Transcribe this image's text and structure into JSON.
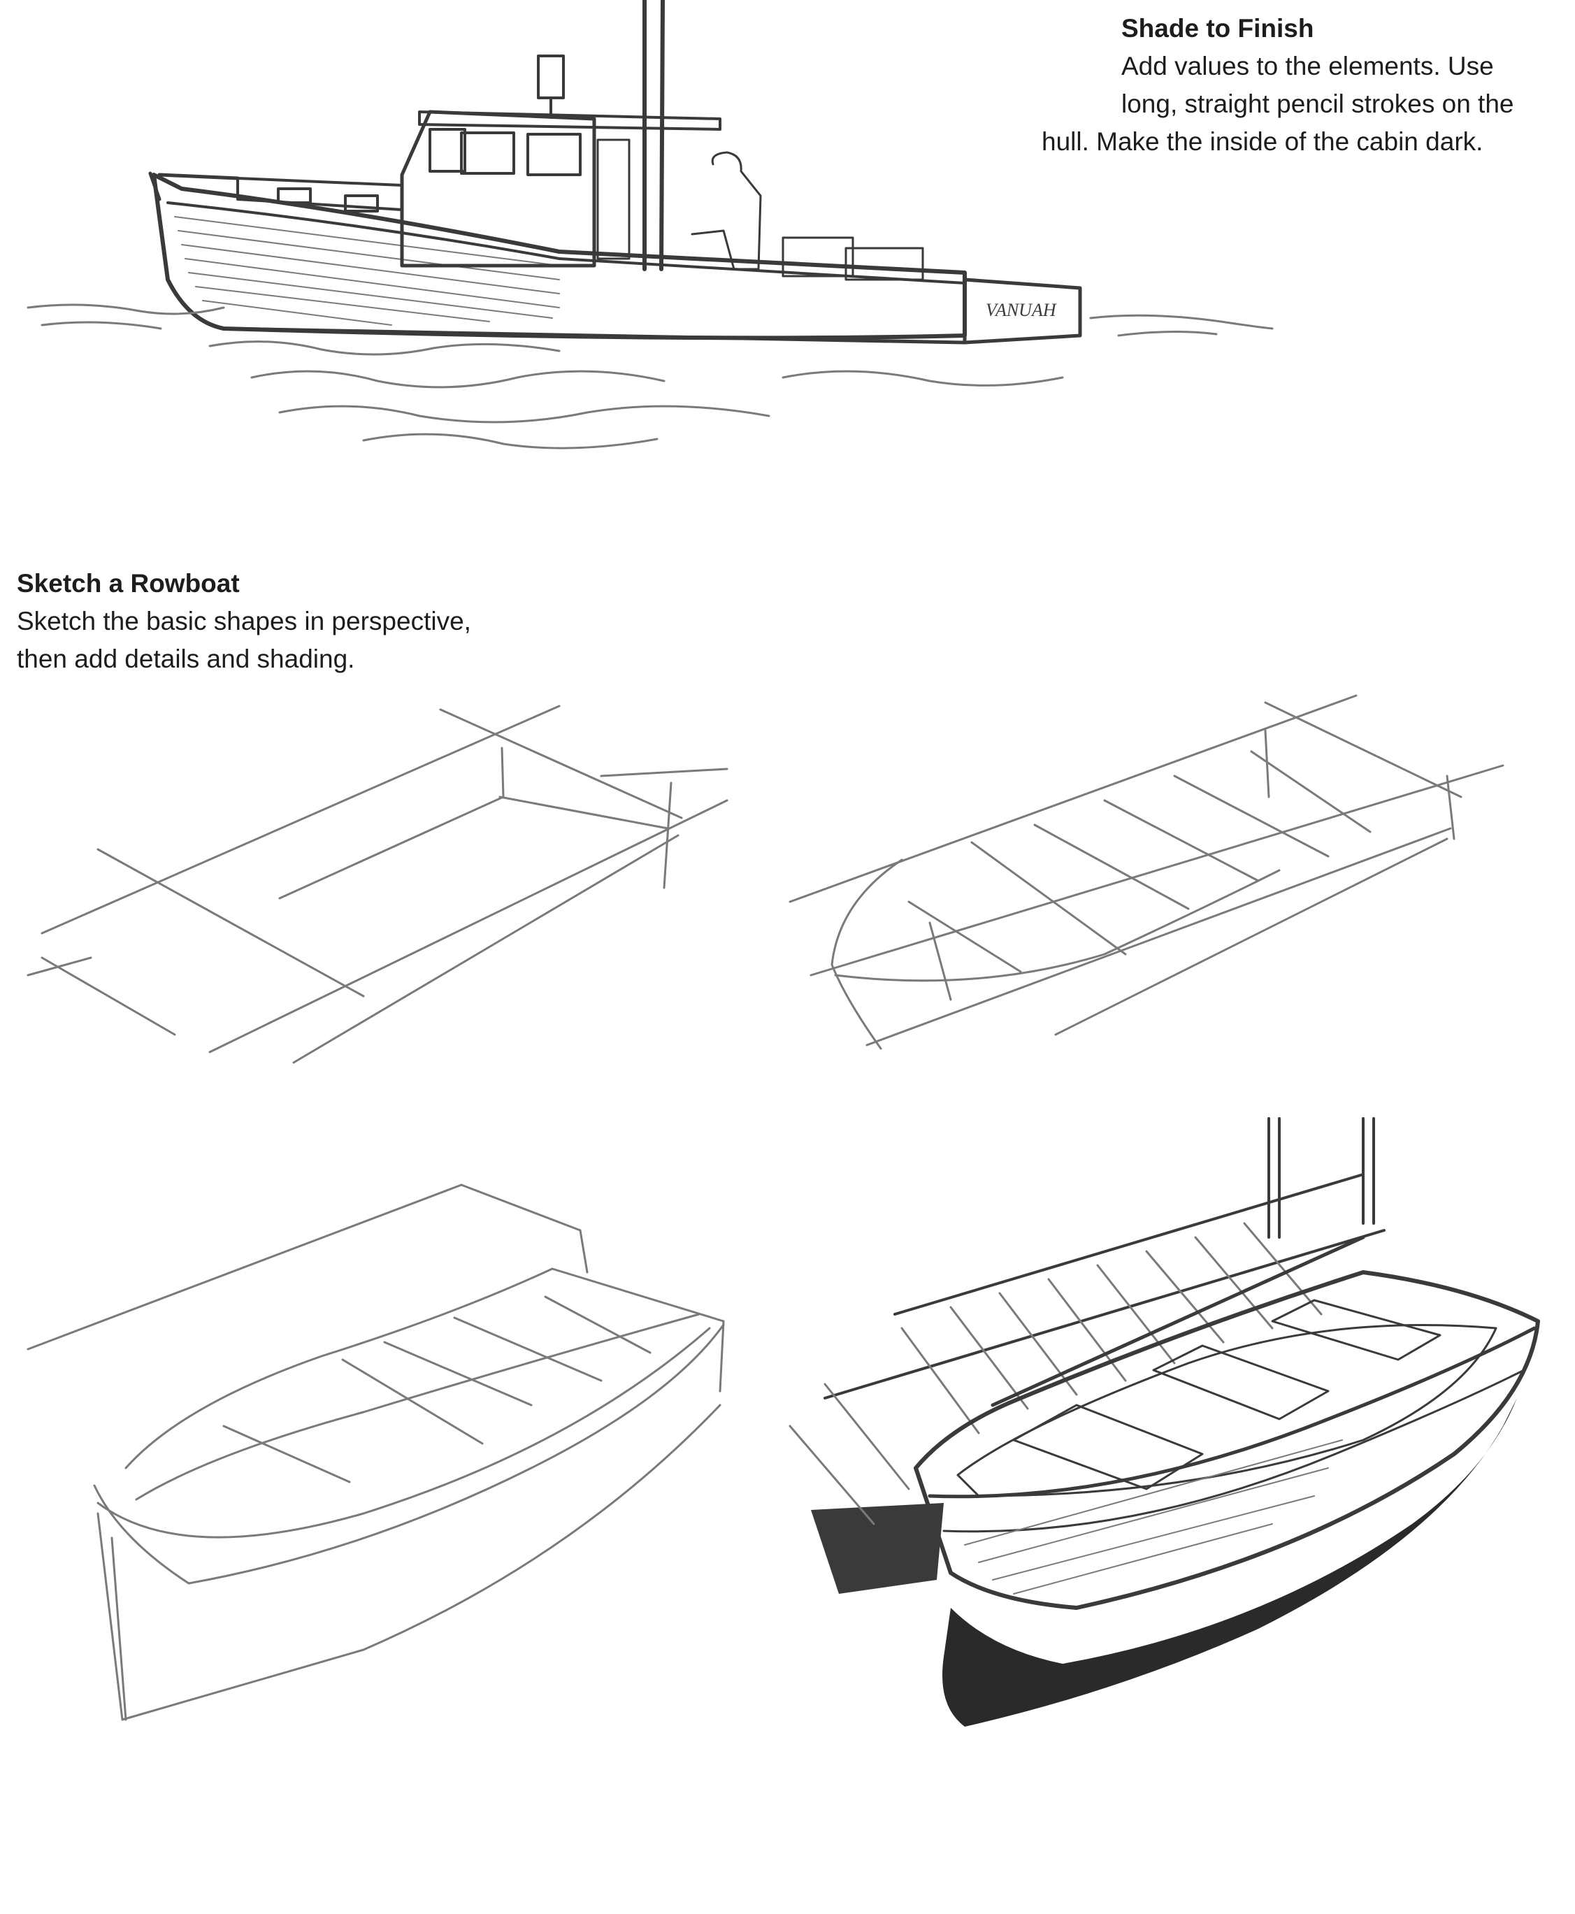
{
  "shade_section": {
    "title": "Shade to Finish",
    "lines": [
      "Add values to the elements. Use",
      "long, straight pencil strokes on the",
      "hull. Make the inside of the cabin dark."
    ]
  },
  "rowboat_section": {
    "title": "Sketch a Rowboat",
    "lines": [
      "Sketch the basic shapes in perspective,",
      "then add details and shading."
    ]
  },
  "boat_name": "VANUAH",
  "illustrations": [
    {
      "name": "lobster-boat-shaded-drawing"
    },
    {
      "name": "rowboat-step-1-box-sketch"
    },
    {
      "name": "rowboat-step-2-shape-sketch"
    },
    {
      "name": "rowboat-step-3-detail-sketch"
    },
    {
      "name": "rowboat-step-4-shaded-drawing"
    }
  ],
  "palette": {
    "ink": "#1d1d1d",
    "pencil": "#3a3a3a",
    "pencil_light": "#7a7a7a",
    "paper": "#ffffff"
  }
}
